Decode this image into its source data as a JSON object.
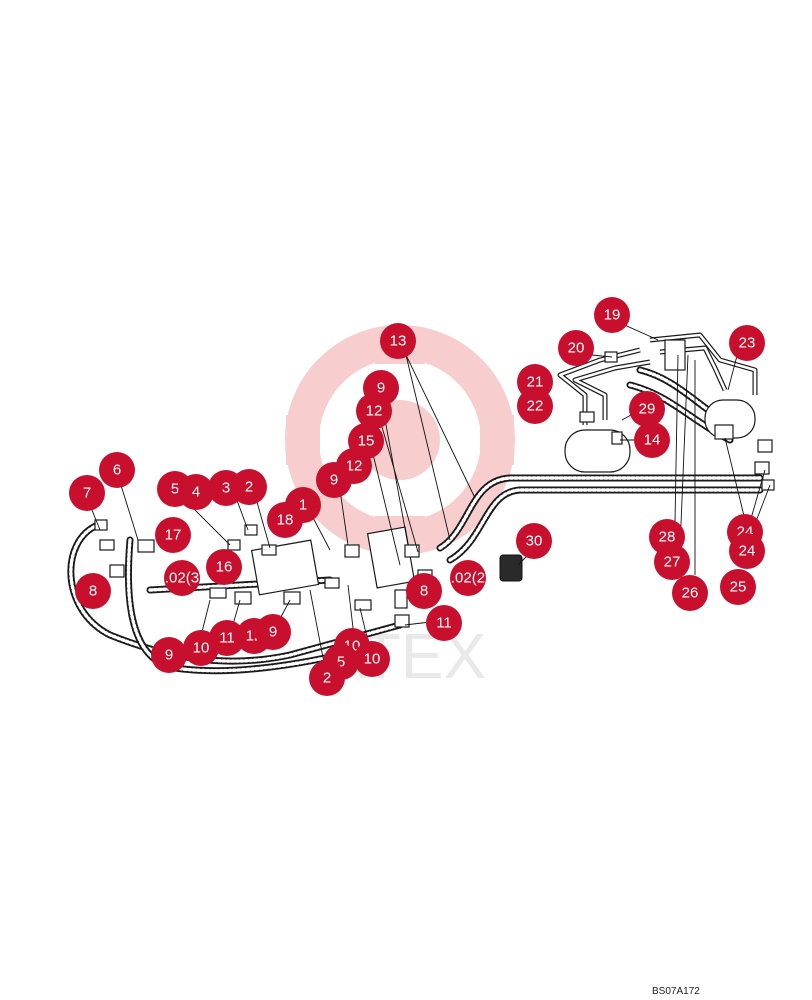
{
  "drawing_code": "BS07A172",
  "watermark_text": "ATEX",
  "colors": {
    "callout": "#c8102e",
    "callout_text": "#ffffff",
    "line": "#1a1a1a",
    "watermark": "#f4a6a6"
  },
  "callouts": [
    {
      "label": "19"
    },
    {
      "label": "20"
    },
    {
      "label": "23"
    },
    {
      "label": "13"
    },
    {
      "label": "21"
    },
    {
      "label": "22"
    },
    {
      "label": "29"
    },
    {
      "label": "14"
    },
    {
      "label": "9"
    },
    {
      "label": "12"
    },
    {
      "label": "15"
    },
    {
      "label": "12"
    },
    {
      "label": "6"
    },
    {
      "label": "7"
    },
    {
      "label": "5"
    },
    {
      "label": "4"
    },
    {
      "label": "3"
    },
    {
      "label": "2"
    },
    {
      "label": "1"
    },
    {
      "label": "9"
    },
    {
      "label": "18"
    },
    {
      "label": "17"
    },
    {
      "label": "16"
    },
    {
      "label": ".02(3"
    },
    {
      "label": "8"
    },
    {
      "label": "30"
    },
    {
      "label": ".02(2"
    },
    {
      "label": "8"
    },
    {
      "label": "28"
    },
    {
      "label": "24"
    },
    {
      "label": "24"
    },
    {
      "label": "27"
    },
    {
      "label": "26"
    },
    {
      "label": "25"
    },
    {
      "label": "11"
    },
    {
      "label": "10"
    },
    {
      "label": "11"
    },
    {
      "label": "12"
    },
    {
      "label": "9"
    },
    {
      "label": "9"
    },
    {
      "label": "10"
    },
    {
      "label": "5"
    },
    {
      "label": "2"
    },
    {
      "label": "10"
    }
  ]
}
